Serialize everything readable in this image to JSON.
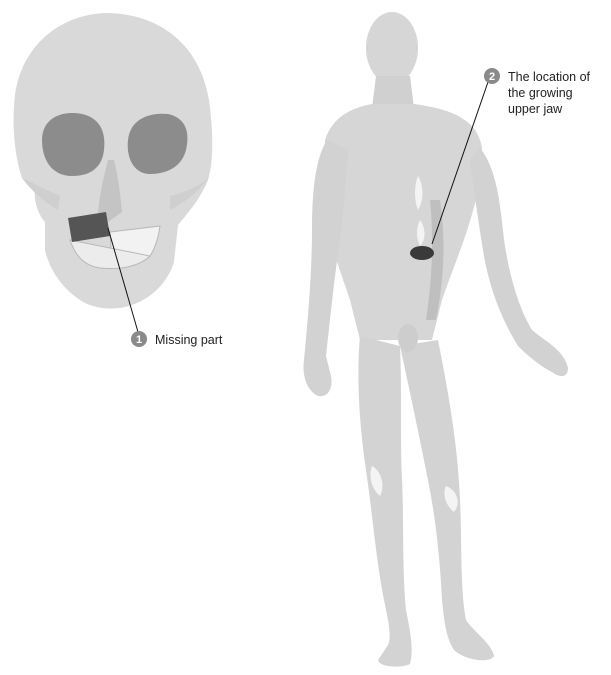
{
  "colors": {
    "bone": "#d9d9d9",
    "bone_shadow": "#c4c4c4",
    "eye_socket": "#8c8c8c",
    "missing_part": "#555555",
    "body": "#d6d6d6",
    "body_shadow": "#bfbfbf",
    "highlight": "#f4f4f4",
    "jaw_graft": "#3a3a3a",
    "leader_line": "#111111",
    "marker": "#8a8a8a"
  },
  "callouts": [
    {
      "number": "1",
      "lines": [
        "Missing part"
      ]
    },
    {
      "number": "2",
      "lines": [
        "The location of",
        "the growing",
        "upper jaw"
      ]
    }
  ],
  "icons": {
    "skull": "skull-illustration",
    "body": "human-body-illustration",
    "graft": "upper-jaw-graft-marker"
  }
}
